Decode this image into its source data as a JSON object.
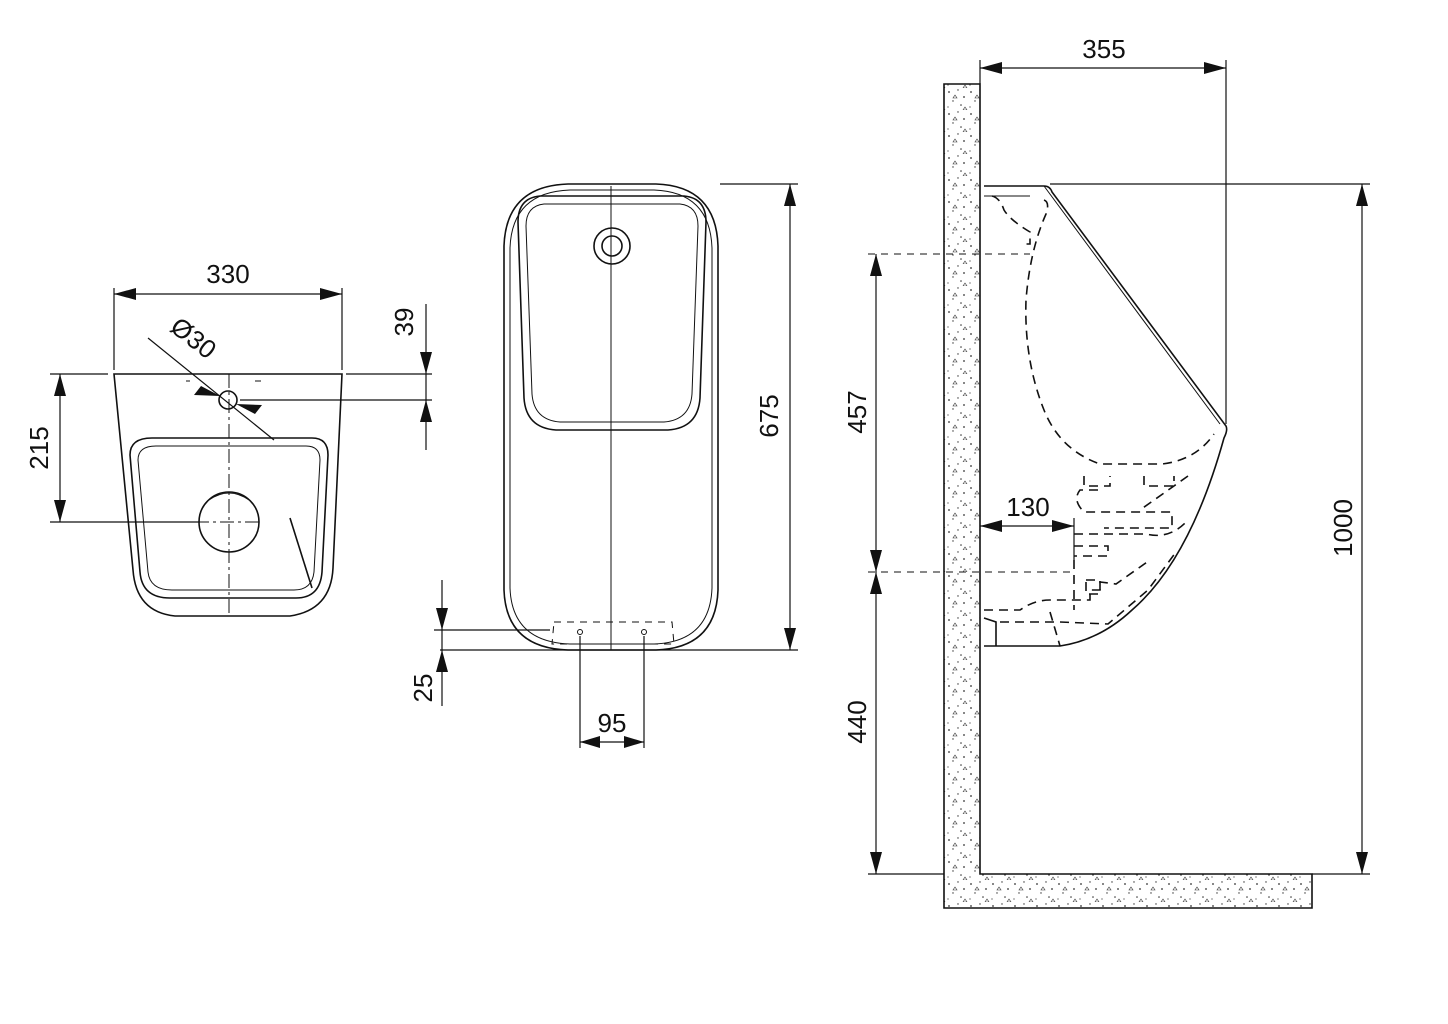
{
  "views": {
    "top": {
      "dims": {
        "width": "330",
        "diameter": "Ø30",
        "inlet_offset": "39",
        "depth": "215"
      }
    },
    "front": {
      "dims": {
        "height": "675",
        "bottom_offset": "25",
        "outlet_spacing": "95"
      }
    },
    "side": {
      "dims": {
        "projection": "355",
        "inlet_height": "457",
        "outlet_offset": "130",
        "outlet_height": "440",
        "total_height": "1000"
      }
    }
  }
}
